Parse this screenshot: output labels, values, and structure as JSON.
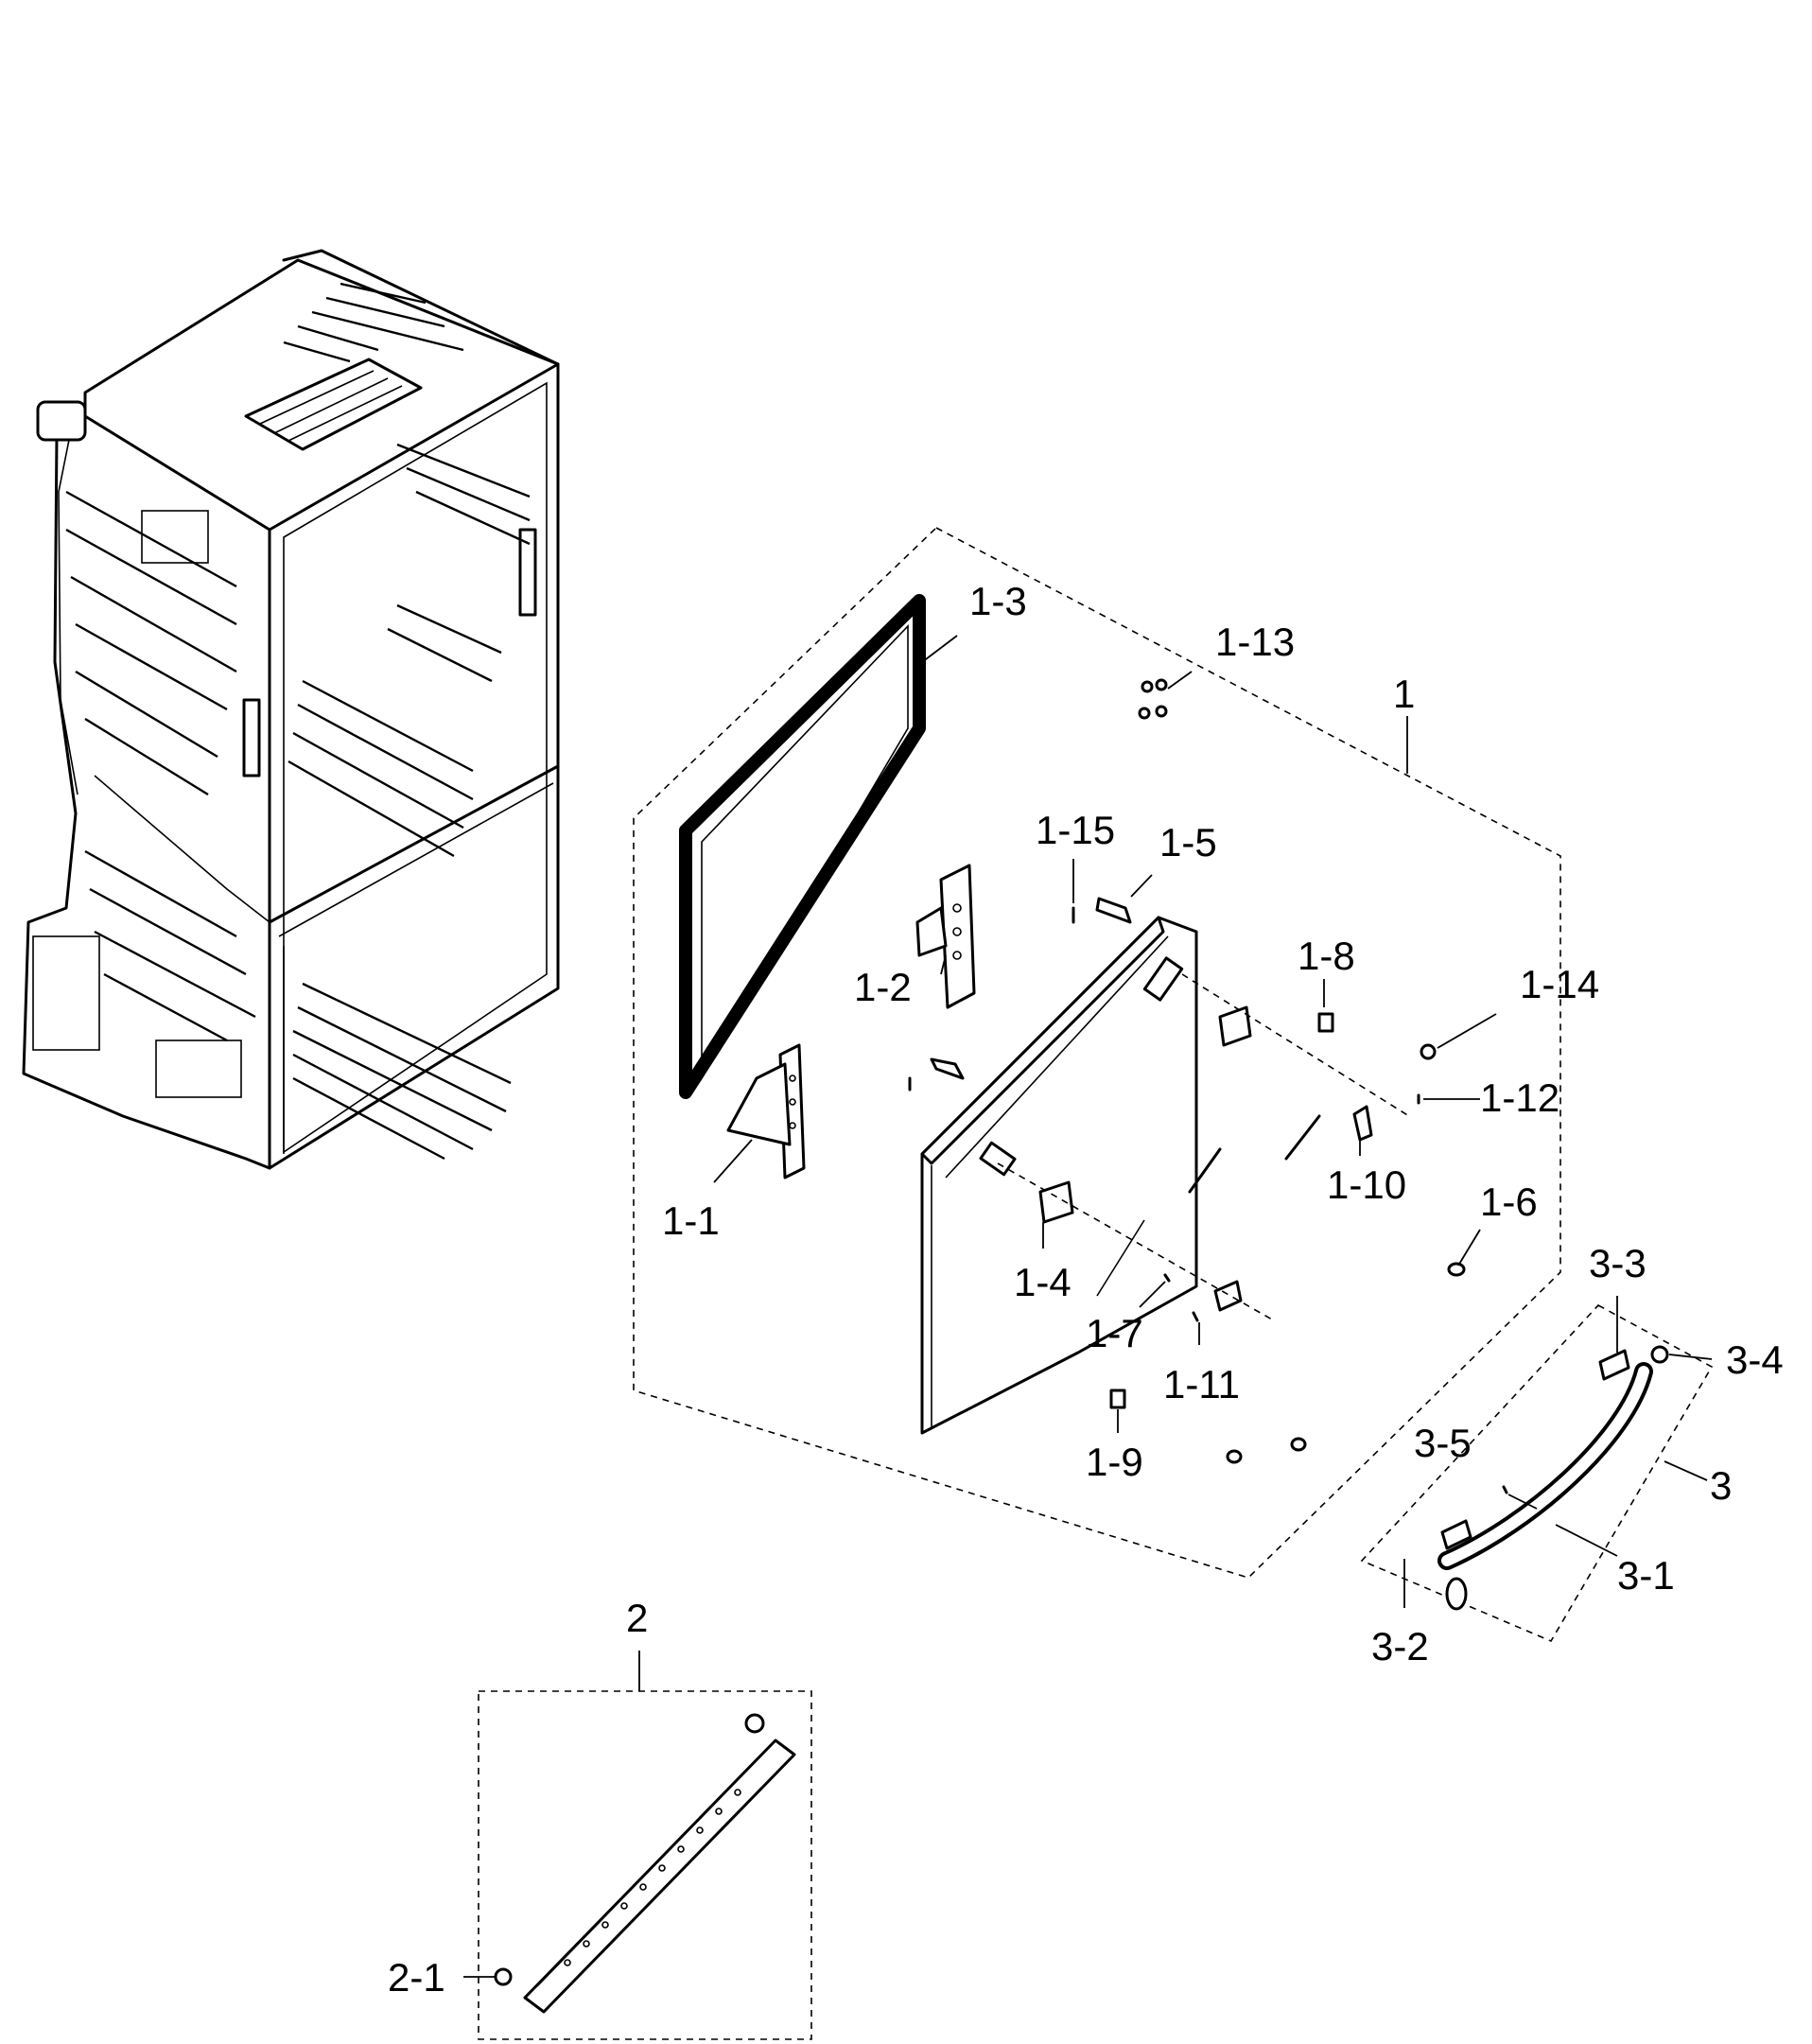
{
  "callouts": {
    "c1": "1",
    "c1_1": "1-1",
    "c1_2": "1-2",
    "c1_3": "1-3",
    "c1_4": "1-4",
    "c1_5": "1-5",
    "c1_6": "1-6",
    "c1_7": "1-7",
    "c1_8": "1-8",
    "c1_9": "1-9",
    "c1_10": "1-10",
    "c1_11": "1-11",
    "c1_12": "1-12",
    "c1_13": "1-13",
    "c1_14": "1-14",
    "c1_15": "1-15",
    "c2": "2",
    "c2_1": "2-1",
    "c3": "3",
    "c3_1": "3-1",
    "c3_2": "3-2",
    "c3_3": "3-3",
    "c3_4": "3-4",
    "c3_5": "3-5"
  }
}
